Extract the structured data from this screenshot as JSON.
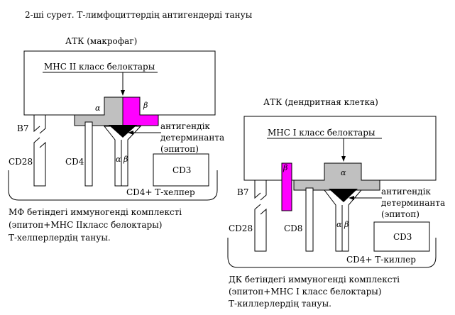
{
  "figure_title": "2-ші сурет. Т-лимфоциттердің антигендерді тануы",
  "left_panel": {
    "apc_label": "АТК (макрофаг)",
    "mhc_label": "МНС II класс белоктары",
    "alpha": "α",
    "beta": "β",
    "b7": "В7",
    "cd28": "CD28",
    "cd4": "CD4",
    "cd3": "CD3",
    "cell_label": "CD4+ Т-хелпер",
    "epitope_label": [
      "антигендік",
      "детерминанта",
      "(эпитоп)"
    ],
    "caption": [
      "МФ бетіндегі иммуногенді комплексті",
      "(эпитоп+МНС IIкласс белоктары)",
      "Т-хелперлердің тануы."
    ]
  },
  "right_panel": {
    "apc_label": "АТК (дендритная клетка)",
    "mhc_label": "МНС I класс белоктары",
    "alpha": "α",
    "beta": "β",
    "b7": "В7",
    "cd28": "CD28",
    "cd8": "CD8",
    "cd3": "CD3",
    "cell_label": "CD4+ Т-киллер",
    "epitope_label": [
      "антигендік",
      "детерминанта",
      "(эпитоп)"
    ],
    "caption": [
      "ДК бетіндегі иммуногенді комплексті",
      "(эпитоп+МНС I класс белоктары)",
      "Т-киллерлердің тануы."
    ]
  },
  "colors": {
    "mhc_alpha": "#c0c0c0",
    "mhc_beta": "#ff00ff",
    "epitope": "#000000",
    "outline": "#000000"
  }
}
